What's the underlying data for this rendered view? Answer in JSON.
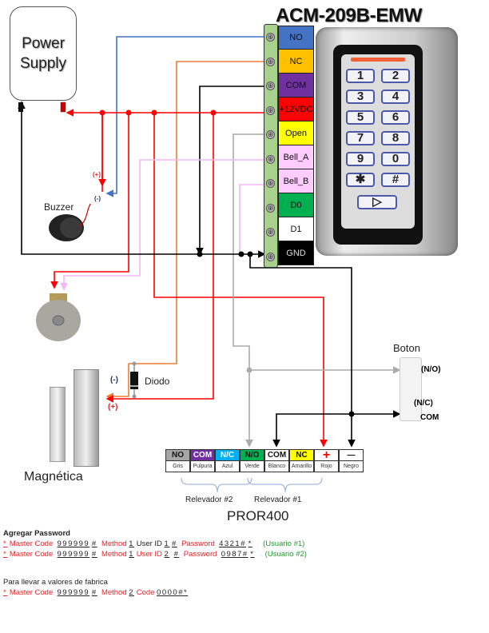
{
  "title": "ACM-209B-EMW",
  "power_supply": {
    "label_line1": "Power",
    "label_line2": "Supply"
  },
  "terminals": [
    {
      "label": "NO",
      "color": "#4472c4"
    },
    {
      "label": "NC",
      "color": "#ffc000"
    },
    {
      "label": "COM",
      "color": "#7030a0"
    },
    {
      "label": "+12VDC",
      "color": "#ff0000"
    },
    {
      "label": "Open",
      "color": "#ffff00"
    },
    {
      "label": "Bell_A",
      "color": "#ffccff"
    },
    {
      "label": "Bell_B",
      "color": "#ffccff"
    },
    {
      "label": "D0",
      "color": "#00b050"
    },
    {
      "label": "D1",
      "color": "#ffffff"
    },
    {
      "label": "GND",
      "color": "#000000"
    }
  ],
  "terminal_icon": "⊕",
  "keypad_keys": [
    "1",
    "2",
    "3",
    "4",
    "5",
    "6",
    "7",
    "8",
    "9",
    "0",
    "✱",
    "#"
  ],
  "keypad_bell_key": "▷",
  "components": {
    "buzzer": {
      "label": "Buzzer",
      "plus": "(+)",
      "minus": "(-)"
    },
    "diode": {
      "label": "Diodo"
    },
    "maglock": {
      "label": "Magnética",
      "plus": "(+)",
      "minus": "(-)"
    },
    "button": {
      "label": "Boton",
      "no": "(N/O)",
      "nc": "(N/C)",
      "com": "COM"
    }
  },
  "pror400": {
    "title": "PROR400",
    "columns": [
      {
        "label": "NO",
        "sub": "Gris",
        "bg": "#a6a6a6",
        "fg": "#111"
      },
      {
        "label": "COM",
        "sub": "Pulpura",
        "bg": "#7030a0",
        "fg": "#fff"
      },
      {
        "label": "N/C",
        "sub": "Azul",
        "bg": "#00b0f0",
        "fg": "#fff"
      },
      {
        "label": "N/O",
        "sub": "Verde",
        "bg": "#00b050",
        "fg": "#111"
      },
      {
        "label": "COM",
        "sub": "Blanco",
        "bg": "#ffffff",
        "fg": "#111"
      },
      {
        "label": "NC",
        "sub": "Amarillo",
        "bg": "#ffff00",
        "fg": "#111"
      },
      {
        "label": "+",
        "sub": "Rojo",
        "bg": "#ffffff",
        "fg": "#ff0000"
      },
      {
        "label": "—",
        "sub": "Negro",
        "bg": "#ffffff",
        "fg": "#000"
      }
    ],
    "relay2": "Relevador #2",
    "relay1": "Relevador #1"
  },
  "notes": {
    "heading": "Agregar Password",
    "line1": {
      "star": "*",
      "mc": "Master Code",
      "code": "999999",
      "hash": "#",
      "method": "Method",
      "m": "1",
      "uid": "User ID",
      "id": "1",
      "hash2": "#",
      "pw": "Password",
      "pwv": "4321#",
      "end": "*",
      "user": "(Usuario #1)"
    },
    "line2": {
      "star": "*",
      "mc": "Master Code",
      "code": "999999",
      "hash": "#",
      "method": "Method",
      "m": "1",
      "uid": "User ID",
      "id": "2",
      "hash2": "#",
      "pw": "Password",
      "pwv": "0987#",
      "end": "*",
      "user": "(Usuario #2)"
    },
    "reset_heading": "Para llevar a valores de fabrica",
    "line3": {
      "star": "*",
      "mc": "Master Code",
      "code": "999999",
      "hash": "#",
      "method": "Method",
      "m": "2",
      "cd": "Code",
      "cv": "0000#",
      "end": "*"
    }
  }
}
